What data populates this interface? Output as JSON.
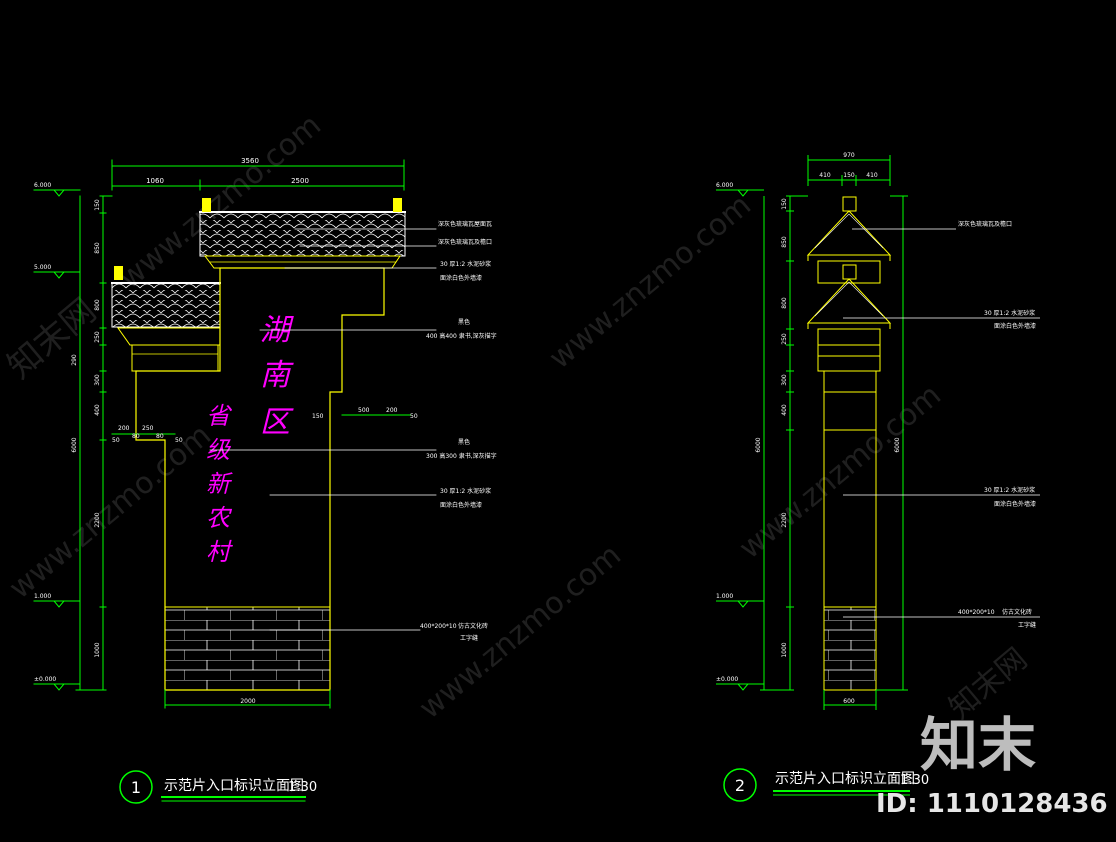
{
  "colors": {
    "line": "#ffff00",
    "text": "#ffffff",
    "dim": "#00ff00",
    "leader": "#ffffff",
    "calligraphy": "#ff00ff",
    "bg": "#000000"
  },
  "drawing1": {
    "number": "1",
    "title": "示范片入口标识立面图",
    "scale": "1:30",
    "dims": {
      "total": "3560",
      "left": "1060",
      "right": "2500",
      "base": "2000",
      "d200": "200",
      "d250": "250",
      "d80": "80",
      "d50": "50",
      "d500": "500",
      "d200b": "200",
      "d50b": "50",
      "d150": "150"
    },
    "vertical": {
      "v150": "150",
      "v850": "850",
      "v800": "800",
      "v250": "250",
      "v300": "300",
      "v400": "400",
      "v290": "290",
      "v6000": "6000",
      "v2200": "2200",
      "v1000": "1000"
    },
    "levels": {
      "l6": "6.000",
      "l5": "5.000",
      "l1": "1.000",
      "l0": "±0.000"
    },
    "notes": {
      "n1": "深灰色琉璃瓦屋面瓦",
      "n2": "深灰色琉璃瓦及檐口",
      "n3a": "30 厚1:2 水泥砂浆",
      "n3b": "面涂白色外墙漆",
      "n4a": "黑色",
      "n4b": "400 高400 隶书,深灰描字",
      "n5a": "黑色",
      "n5b": "300 高300 隶书,深灰描字",
      "n6a": "30 厚1:2 水泥砂浆",
      "n6b": "面涂白色外墙漆",
      "n7a": "400*200*10",
      "n7b": "仿古文化砖",
      "n7c": "工字缝"
    },
    "calligraphy": {
      "c1": "湖",
      "c2": "南",
      "c3": "区",
      "c4": "省",
      "c5": "级",
      "c6": "新",
      "c7": "农",
      "c8": "村"
    }
  },
  "drawing2": {
    "number": "2",
    "title": "示范片入口标识立面图",
    "scale": "1:30",
    "dims": {
      "total": "970",
      "a": "410",
      "b": "150",
      "c": "410",
      "base": "600"
    },
    "vertical": {
      "v150": "150",
      "v850": "850",
      "v800": "800",
      "v250": "250",
      "v300": "300",
      "v400": "400",
      "v6000": "6000",
      "v2200": "2200",
      "v1000": "1000",
      "right6000": "6000"
    },
    "levels": {
      "l6": "6.000",
      "l1": "1.000",
      "l0": "±0.000"
    },
    "notes": {
      "n1": "深灰色琉璃瓦及檐口",
      "n2a": "30 厚1:2 水泥砂浆",
      "n2b": "面涂白色外墙漆",
      "n3a": "30 厚1:2 水泥砂浆",
      "n3b": "面涂白色外墙漆",
      "n4a": "400*200*10",
      "n4b": "仿古文化砖",
      "n4c": "工字缝"
    }
  },
  "watermark": {
    "site": "www.znzmo.com",
    "brand": "知末网",
    "logo": "知末",
    "id": "ID: 1110128436"
  }
}
